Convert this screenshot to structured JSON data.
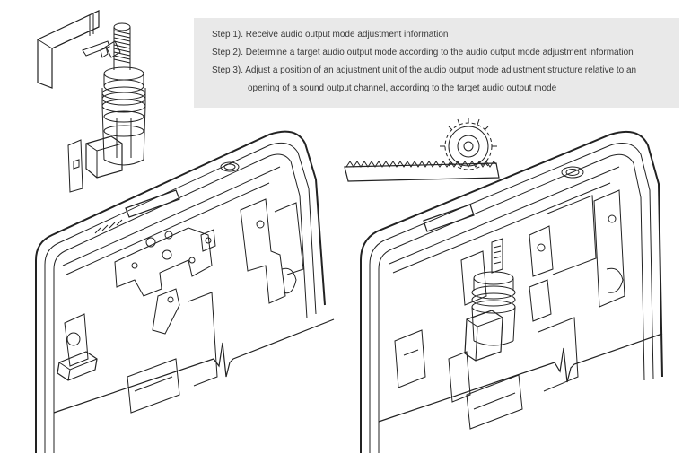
{
  "steps": [
    "Step 1). Receive audio output mode adjustment information",
    "Step 2). Determine a target audio output mode according to the audio output mode adjustment information",
    "Step 3). Adjust a position of an adjustment unit of the audio output mode adjustment structure relative to an",
    "opening of a sound output channel, according to the target audio output mode"
  ],
  "figures": {
    "left": "phone-frame-exploded-mechanism",
    "right": "phone-frame-assembled-mechanism",
    "gear": "gear-and-rack"
  },
  "colors": {
    "panel": "#e9e9e9",
    "line": "#222222",
    "text": "#3a3a3a"
  }
}
